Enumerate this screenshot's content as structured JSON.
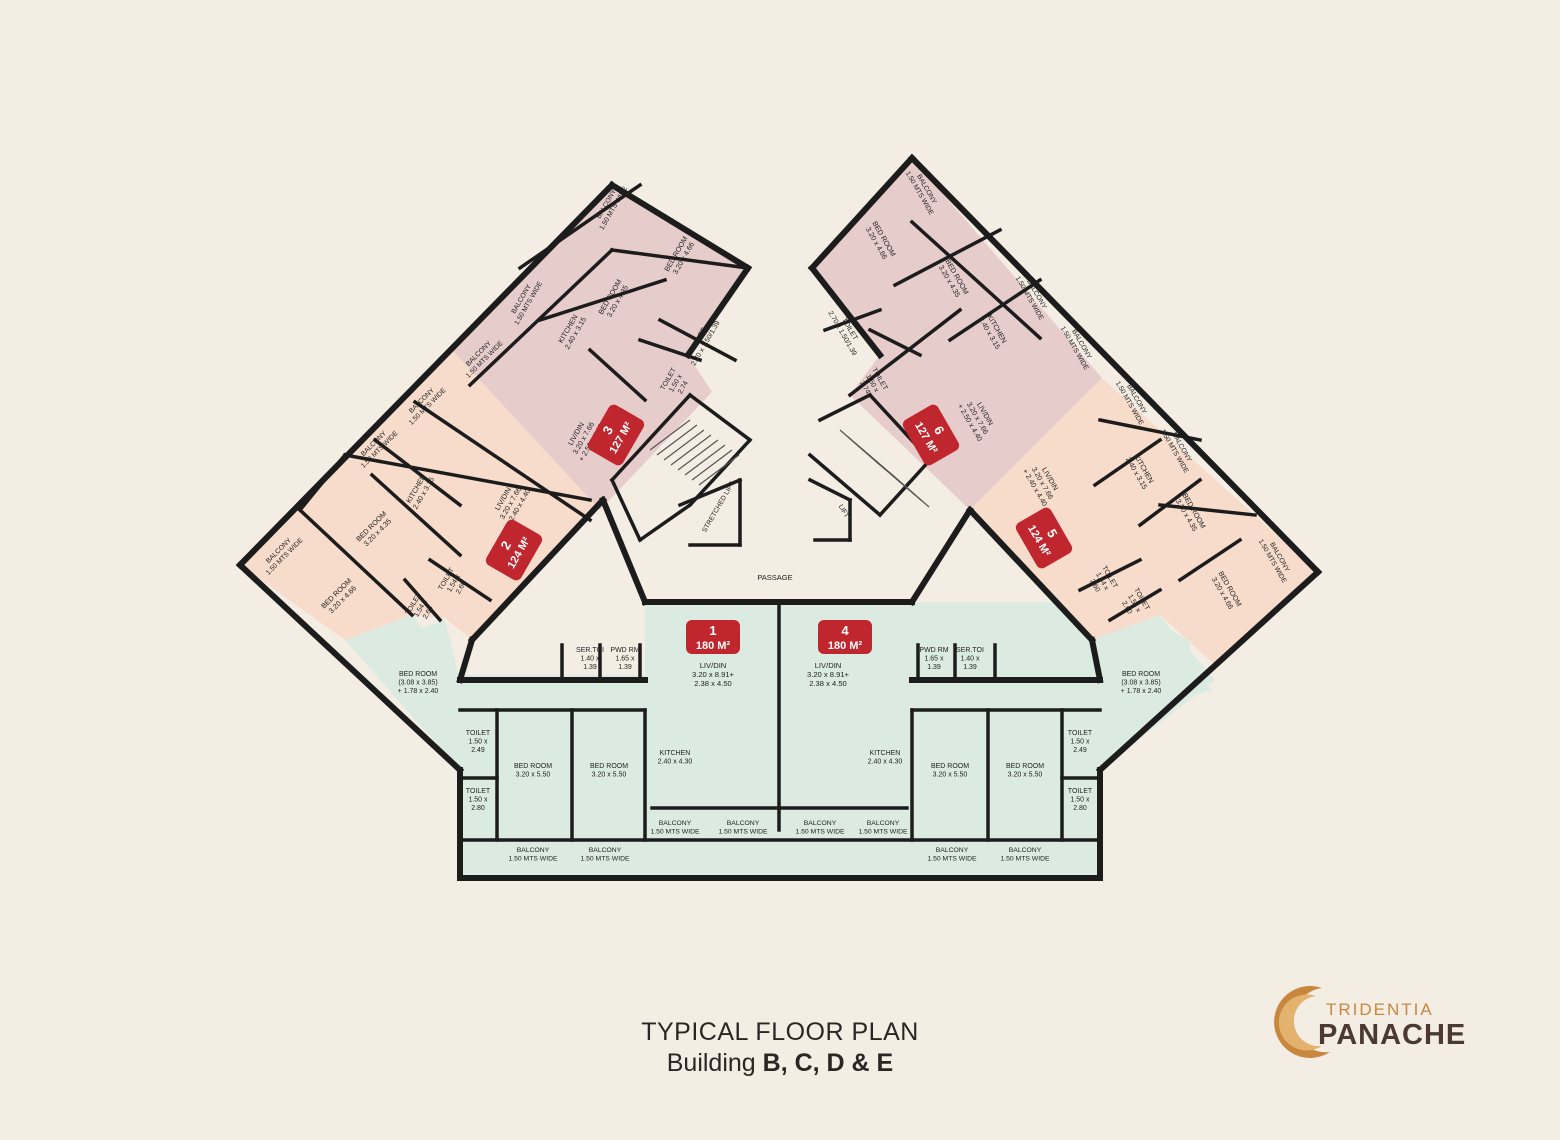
{
  "caption": {
    "title": "TYPICAL FLOOR PLAN",
    "sub_prefix": "Building ",
    "sub_bold": "B, C, D & E"
  },
  "brand": {
    "line1": "TRIDENTIA",
    "line2": "PANACHE"
  },
  "colors": {
    "background": "#f4ede3",
    "unit_green": "#dcebe2",
    "unit_peach": "#f7dccb",
    "unit_pink": "#e6cdcc",
    "badge": "#c0262d",
    "wall": "#1c1c1c",
    "logo_orange": "#c8873f"
  },
  "passage_label": "PASSAGE",
  "core": {
    "lift1": "STRETCHED LIFT",
    "lift2": "LIFT"
  },
  "units": [
    {
      "number": "1",
      "area": "180 M²"
    },
    {
      "number": "4",
      "area": "180 M²"
    },
    {
      "number": "2",
      "area": "124 M²"
    },
    {
      "number": "3",
      "area": "127 M²"
    },
    {
      "number": "6",
      "area": "127 M²"
    },
    {
      "number": "5",
      "area": "124 M²"
    }
  ],
  "rooms": {
    "u1": {
      "livdin": [
        "LIV/DIN",
        "3.20 x 8.91+",
        "2.38 x 4.50"
      ],
      "ser_toi": [
        "SER.TOI",
        "1.40 x",
        "1.39"
      ],
      "pwd_rm": [
        "PWD RM",
        "1.65 x",
        "1.39"
      ],
      "bed_big": [
        "BED ROOM",
        "(3.08 x 3.85)",
        "+ 1.78 x 2.40"
      ],
      "toilet1": [
        "TOILET",
        "1.50 x",
        "2.49"
      ],
      "toilet2": [
        "TOILET",
        "1.50 x",
        "2.80"
      ],
      "bed1": [
        "BED ROOM",
        "3.20 x 5.50"
      ],
      "bed2": [
        "BED ROOM",
        "3.20 x 5.50"
      ],
      "kitchen": [
        "KITCHEN",
        "2.40 x 4.30"
      ],
      "bal1": [
        "BALCONY",
        "1.50 MTS WIDE"
      ],
      "bal2": [
        "BALCONY",
        "1.50 MTS WIDE"
      ],
      "bal3": [
        "BALCONY",
        "1.50 MTS WIDE"
      ],
      "bal4": [
        "BALCONY",
        "1.50 MTS WIDE"
      ]
    },
    "u4": {
      "livdin": [
        "LIV/DIN",
        "3.20 x 8.91+",
        "2.38 x 4.50"
      ],
      "ser_toi": [
        "SER.TOI",
        "1.40 x",
        "1.39"
      ],
      "pwd_rm": [
        "PWD RM",
        "1.65 x",
        "1.39"
      ],
      "bed_big": [
        "BED ROOM",
        "(3.08 x 3.85)",
        "+ 1.78 x 2.40"
      ],
      "toilet1": [
        "TOILET",
        "1.50 x",
        "2.49"
      ],
      "toilet2": [
        "TOILET",
        "1.50 x",
        "2.80"
      ],
      "bed1": [
        "BED ROOM",
        "3.20 x 5.50"
      ],
      "bed2": [
        "BED ROOM",
        "3.20 x 5.50"
      ],
      "kitchen": [
        "KITCHEN",
        "2.40 x 4.30"
      ],
      "bal1": [
        "BALCONY",
        "1.50 MTS WIDE"
      ],
      "bal2": [
        "BALCONY",
        "1.50 MTS WIDE"
      ],
      "bal3": [
        "BALCONY",
        "1.50 MTS WIDE"
      ],
      "bal4": [
        "BALCONY",
        "1.50 MTS WIDE"
      ]
    },
    "u2": {
      "livdin": [
        "LIV/DIN",
        "3.20 x 7.66",
        "+ 2.40 x 4.40"
      ],
      "kitchen": [
        "KITCHEN",
        "2.40 x 3.15"
      ],
      "bed1": [
        "BED ROOM",
        "3.20 x 4.35"
      ],
      "bed2": [
        "BED ROOM",
        "3.20 x 4.66"
      ],
      "toilet1": [
        "TOILET",
        "1.54 x",
        "2.60"
      ],
      "toilet2": [
        "TOILET",
        "1.54 x",
        "2.60"
      ],
      "bal1": [
        "BALCONY",
        "1.50 MTS WIDE"
      ],
      "bal2": [
        "BALCONY",
        "1.50 MTS WIDE"
      ],
      "bal3": [
        "BALCONY",
        "1.50 MTS WIDE"
      ]
    },
    "u3": {
      "livdin": [
        "LIV/DIN",
        "3.20 x 7.66",
        "+ 2.50 x 4.40"
      ],
      "kitchen": [
        "KITCHEN",
        "2.40 x 3.15"
      ],
      "bed1": [
        "BED ROOM",
        "3.20 x 4.35"
      ],
      "bed2": [
        "BED ROOM",
        "3.20 x 4.66"
      ],
      "toilet1": [
        "TOILET",
        "1.50 x",
        "2.74"
      ],
      "toilet2": [
        "TOILET",
        "2.70 x 1.50/1.39"
      ],
      "bal1": [
        "BALCONY",
        "1.50 MTS WIDE"
      ],
      "bal2": [
        "BALCONY",
        "1.50 MTS WIDE"
      ],
      "bal3": [
        "BALCONY",
        "1.50 MTS WIDE"
      ]
    },
    "u6": {
      "livdin": [
        "LIV/DIN",
        "3.20 x 7.66",
        "+ 2.50 x 4.40"
      ],
      "kitchen": [
        "KITCHEN",
        "2.40 x 3.15"
      ],
      "bed1": [
        "BED ROOM",
        "3.20 x 4.35"
      ],
      "bed2": [
        "BED ROOM",
        "3.20 x 4.66"
      ],
      "toilet1": [
        "TOILET",
        "1.50 x",
        "2.74"
      ],
      "toilet2": [
        "TOILET",
        "2.70 x 1.50/1.39"
      ],
      "bal1": [
        "BALCONY",
        "1.50 MTS WIDE"
      ],
      "bal2": [
        "BALCONY",
        "1.50 MTS WIDE"
      ],
      "bal3": [
        "BALCONY",
        "1.50 MTS WIDE"
      ]
    },
    "u5": {
      "livdin": [
        "LIV/DIN",
        "3.20 x 7.66",
        "+ 2.40 x 4.40"
      ],
      "kitchen": [
        "KITCHEN",
        "2.40 x 3.15"
      ],
      "bed1": [
        "BED ROOM",
        "3.20 x 4.35"
      ],
      "bed2": [
        "BED ROOM",
        "3.20 x 4.66"
      ],
      "toilet1": [
        "TOILET",
        "1.54 x",
        "2.60"
      ],
      "toilet2": [
        "TOILET",
        "1.54 x",
        "2.60"
      ],
      "bal1": [
        "BALCONY",
        "1.50 MTS WIDE"
      ],
      "bal2": [
        "BALCONY",
        "1.50 MTS WIDE"
      ],
      "bal3": [
        "BALCONY",
        "1.50 MTS WIDE"
      ]
    }
  }
}
